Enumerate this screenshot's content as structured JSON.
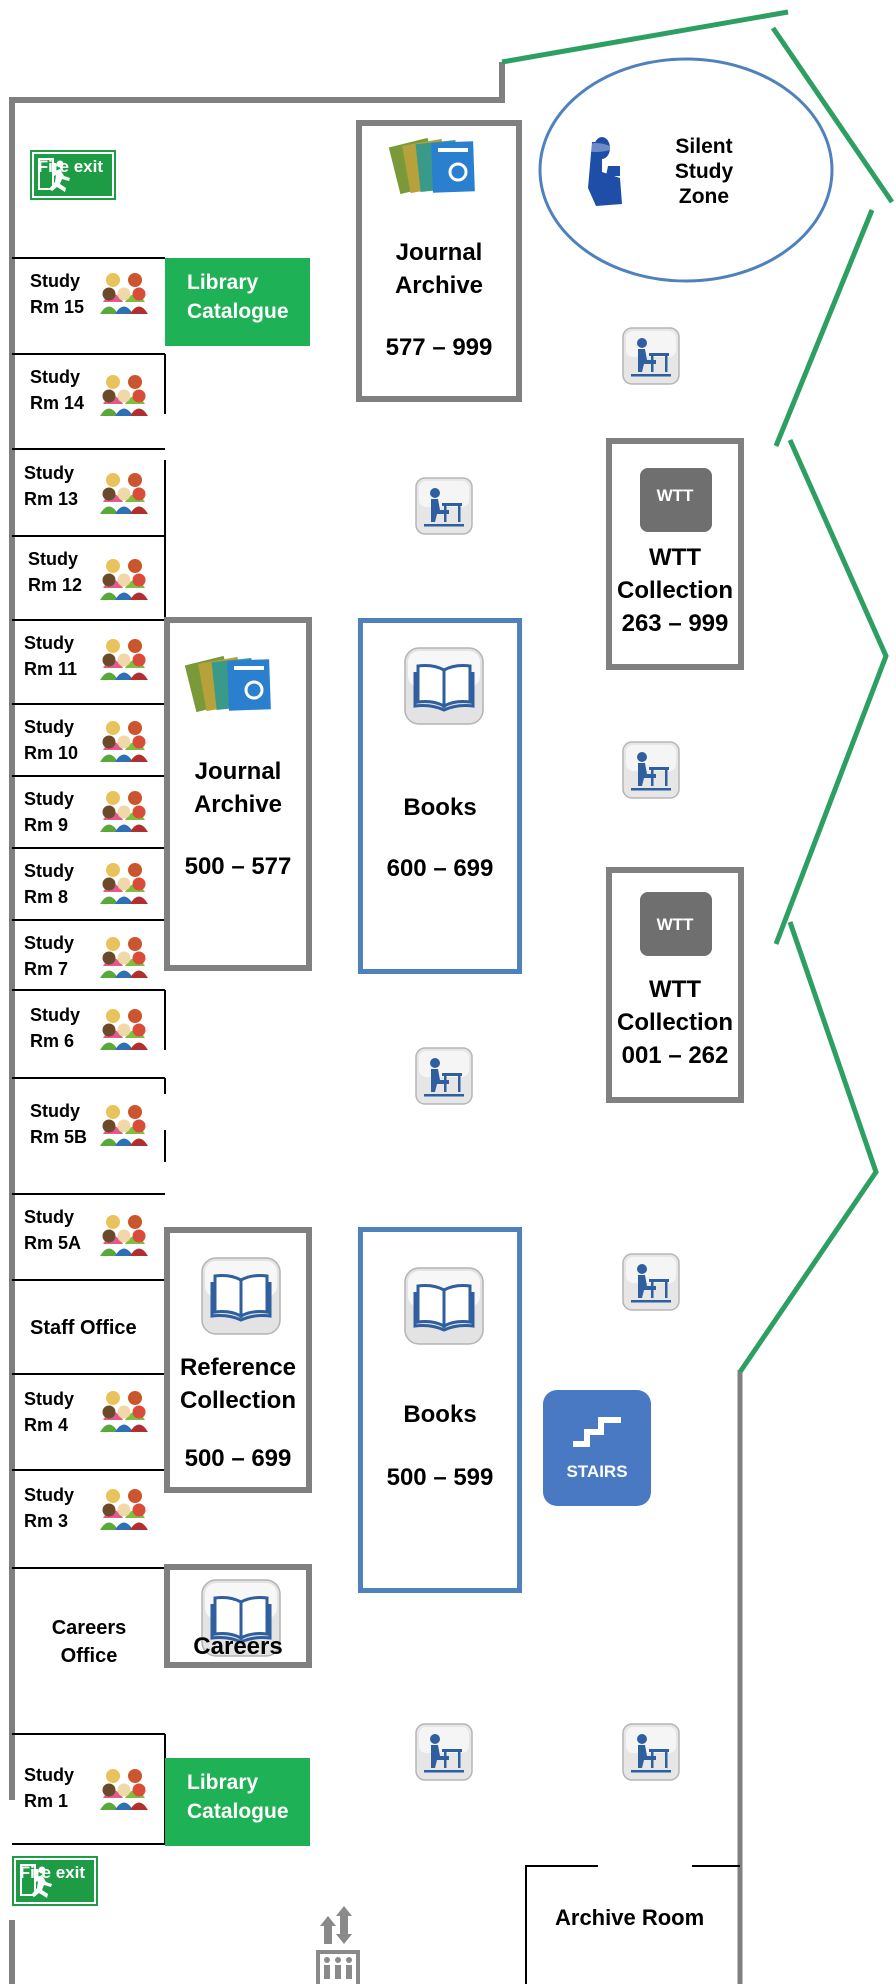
{
  "colors": {
    "wall": "#808080",
    "outer_wall": "#2e9f63",
    "shelf_gray": "#808080",
    "shelf_blue": "#4f81bd",
    "catalogue_green": "#1fb156",
    "fire_exit_green": "#1e9b45",
    "stairs_blue": "#4a79c4",
    "silent_zone_border": "#4f81bd"
  },
  "fire_exits": [
    {
      "label": "Fire exit",
      "icon": "running-man-exit-icon"
    },
    {
      "label": "Fire exit",
      "icon": "running-man-exit-icon"
    }
  ],
  "catalogues": [
    {
      "line1": "Library",
      "line2": "Catalogue"
    },
    {
      "line1": "Library",
      "line2": "Catalogue"
    }
  ],
  "study_rooms": [
    {
      "line1": "Study",
      "line2": "Rm 15"
    },
    {
      "line1": "Study",
      "line2": "Rm 14"
    },
    {
      "line1": "Study",
      "line2": "Rm 13"
    },
    {
      "line1": "Study",
      "line2": "Rm 12"
    },
    {
      "line1": "Study",
      "line2": "Rm 11"
    },
    {
      "line1": "Study",
      "line2": "Rm 10"
    },
    {
      "line1": "Study",
      "line2": "Rm 9"
    },
    {
      "line1": "Study",
      "line2": "Rm 8"
    },
    {
      "line1": "Study",
      "line2": "Rm 7"
    },
    {
      "line1": "Study",
      "line2": "Rm 6"
    },
    {
      "line1": "Study",
      "line2": "Rm 5B"
    },
    {
      "line1": "Study",
      "line2": "Rm 5A"
    },
    {
      "line1": "Study",
      "line2": "Rm 4"
    },
    {
      "line1": "Study",
      "line2": "Rm 3"
    },
    {
      "line1": "Study",
      "line2": "Rm 1"
    }
  ],
  "offices": {
    "staff": "Staff Office",
    "careers_line1": "Careers",
    "careers_line2": "Office",
    "archive_room": "Archive Room"
  },
  "shelves": {
    "journal_top": {
      "line1": "Journal",
      "line2": "Archive",
      "range": "577 – 999",
      "icon": "magazines-icon"
    },
    "journal_mid": {
      "line1": "Journal",
      "line2": "Archive",
      "range": "500 – 577",
      "icon": "magazines-icon"
    },
    "books_600": {
      "name": "Books",
      "range": "600 – 699",
      "icon": "open-book-icon"
    },
    "books_500": {
      "name": "Books",
      "range": "500 – 599",
      "icon": "open-book-icon"
    },
    "reference": {
      "line1": "Reference",
      "line2": "Collection",
      "range": "500 – 699",
      "icon": "open-book-icon"
    },
    "careers": {
      "name": "Careers",
      "icon": "open-book-icon"
    },
    "wtt_upper": {
      "badge": "WTT",
      "line1": "WTT",
      "line2": "Collection",
      "range": "263 – 999"
    },
    "wtt_lower": {
      "badge": "WTT",
      "line1": "WTT",
      "line2": "Collection",
      "range": "001 – 262"
    }
  },
  "silent_zone": {
    "line1": "Silent",
    "line2": "Study",
    "line3": "Zone",
    "icon": "finger-on-lips-icon"
  },
  "stairs": {
    "label": "STAIRS",
    "icon": "stairs-icon"
  },
  "lift_icon": "lift-icon",
  "study_desk_icon": "study-desk-icon",
  "group_study_icon": "group-people-icon"
}
